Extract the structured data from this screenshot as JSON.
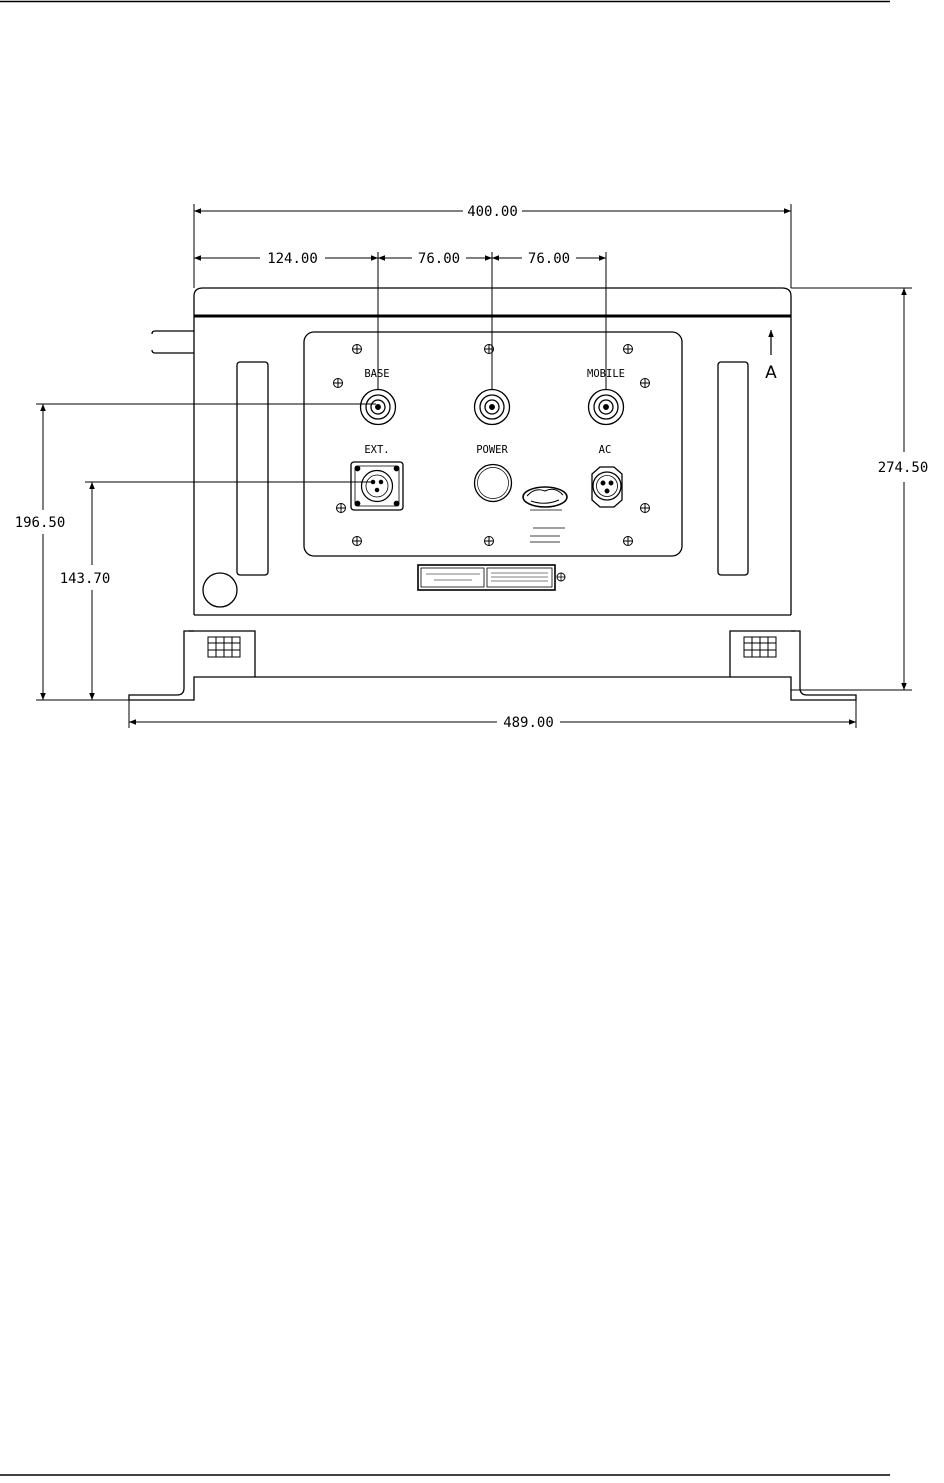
{
  "drawing": {
    "dimensions": {
      "overall_width": "400.00",
      "base_offset": "124.00",
      "power_spacing": "76.00",
      "mobile_spacing": "76.00",
      "overall_height": "274.50",
      "base_height": "196.50",
      "ext_height": "143.70",
      "mounting_width": "489.00"
    },
    "labels": {
      "base": "BASE",
      "mobile": "MOBILE",
      "ext": "EXT.",
      "power": "POWER",
      "ac": "AC",
      "view_marker": "A"
    }
  }
}
